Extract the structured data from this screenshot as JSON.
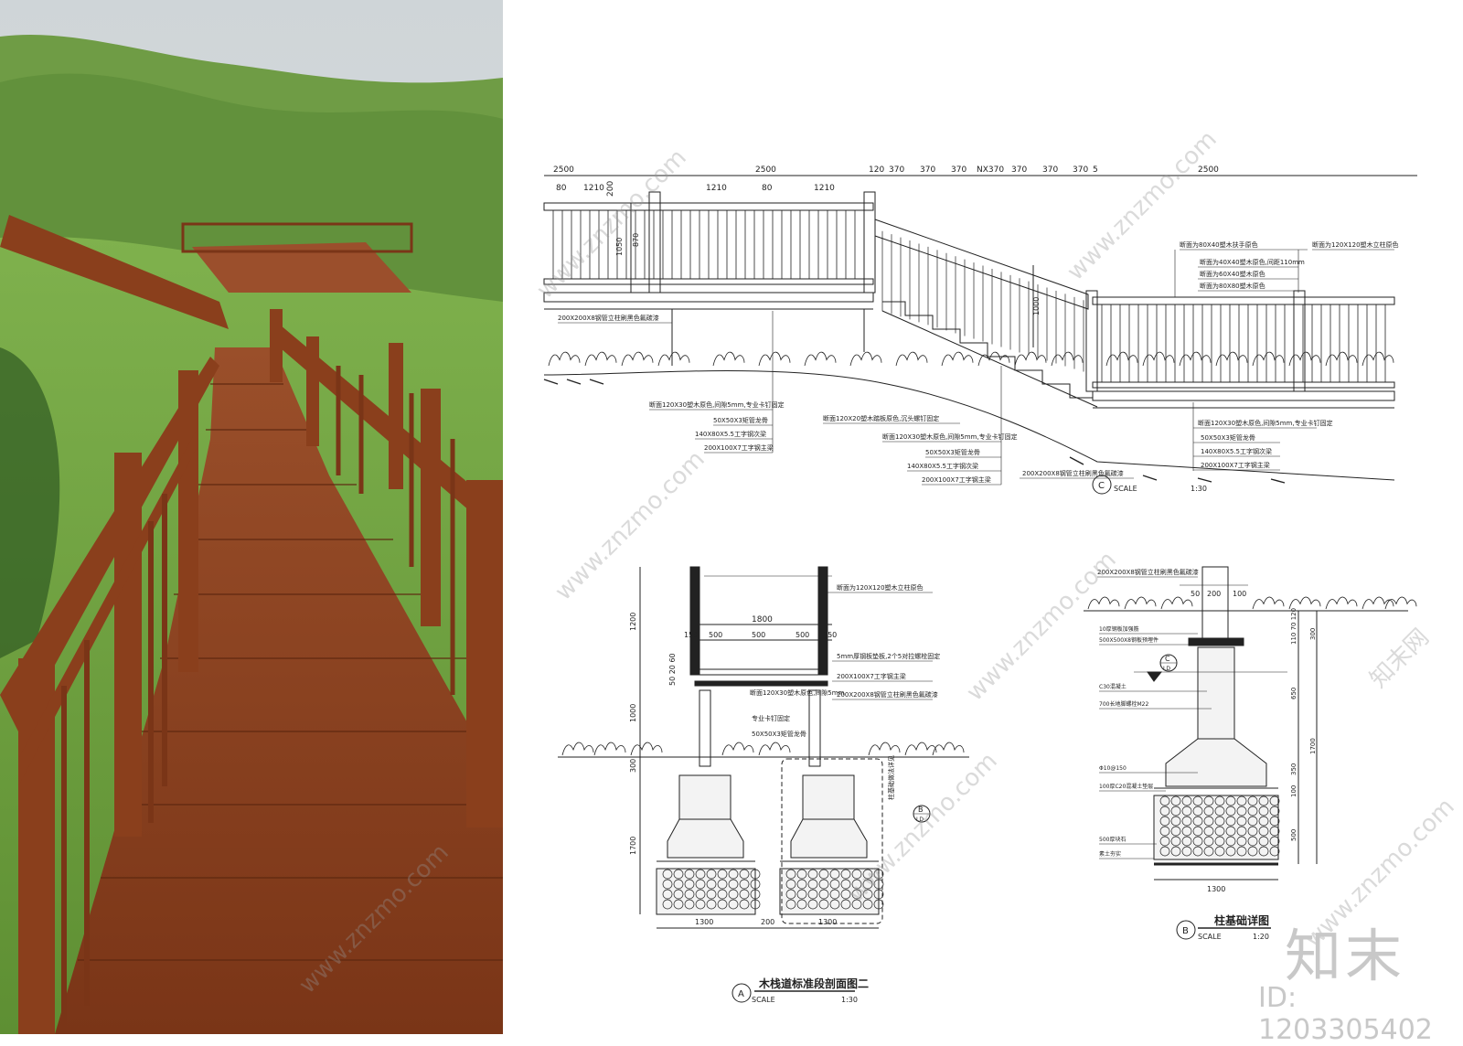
{
  "photo": {
    "caption": ""
  },
  "section_c": {
    "top_dims": [
      "2500",
      "80",
      "1210",
      "200",
      "2500",
      "1210",
      "80",
      "1210",
      "120",
      "370",
      "370",
      "370",
      "NX370",
      "370",
      "370",
      "370",
      "5",
      "2500"
    ],
    "left_vdims": [
      "1050",
      "870",
      "1000"
    ],
    "right_labels": [
      "断面为80X40塑木扶手原色",
      "断面为40X40塑木原色,间距110mm",
      "断面为60X40塑木原色",
      "断面为80X80塑木原色",
      "断面为120X120塑木立柱原色"
    ],
    "left_labels": [
      "200X200X8钢管立柱刷黑色氟碳漆",
      "断面120X30塑木原色,间隙5mm,专业卡钉固定",
      "50X50X3矩管龙骨",
      "140X80X5.5工字钢次梁",
      "200X100X7工字钢主梁"
    ],
    "mid_labels": [
      "断面120X20塑木踏板原色,沉头螺钉固定",
      "断面120X30塑木原色,间隙5mm,专业卡钉固定",
      "50X50X3矩管龙骨",
      "140X80X5.5工字钢次梁",
      "200X100X7工字钢主梁"
    ],
    "right_lower_labels": [
      "断面120X30塑木原色,间隙5mm,专业卡钉固定",
      "50X50X3矩管龙骨",
      "140X80X5.5工字钢次梁",
      "200X100X7工字钢主梁"
    ],
    "bottom_label": "200X200X8钢管立柱刷黑色氟碳漆",
    "marker": "C",
    "scale_word": "SCALE",
    "scale": "1:30"
  },
  "section_a": {
    "post_label": "断面为120X120塑木立柱原色",
    "width_dim": "1800",
    "sub_dims": [
      "150",
      "500",
      "500",
      "500",
      "150"
    ],
    "vdims_left": [
      "1200",
      "1000",
      "300",
      "1700"
    ],
    "small_dims": "50 20 60",
    "labels": [
      "5mm厚钢板垫板,2个5对拉螺栓固定",
      "200X100X7工字钢主梁",
      "断面120X30塑木原色,间隙5mm",
      "专业卡钉固定",
      "50X50X3矩管龙骨",
      "200X200X8钢管立柱刷黑色氟碳漆"
    ],
    "footing_note": "柱基础做法详见",
    "ref_letter": "B",
    "ref_code": "LD",
    "bottom_dims": [
      "1300",
      "200",
      "1300"
    ],
    "marker": "A",
    "title": "木栈道标准段剖面图二",
    "scale_word": "SCALE",
    "scale": "1:30"
  },
  "section_b": {
    "top_label": "200X200X8钢管立柱刷黑色氟碳漆",
    "dims_top": [
      "50",
      "200",
      "100"
    ],
    "labels": [
      "10厚钢板加强筋",
      "500X500X8钢板预埋件",
      "C30混凝土",
      "700长地脚螺栓M22",
      "Φ10@150",
      "100厚C20混凝土垫层",
      "500厚块石",
      "素土夯实"
    ],
    "vdims": [
      "110 70 120",
      "300",
      "650",
      "350",
      "100",
      "1700",
      "500"
    ],
    "bottom_dim": "1300",
    "ref_letter": "C",
    "ref_code": "LD",
    "marker": "B",
    "title": "柱基础详图",
    "scale_word": "SCALE",
    "scale": "1:20"
  },
  "watermark": {
    "text": "www.znzmo.com",
    "cn": "知末网",
    "logo": "知末",
    "id": "ID: 1203305402"
  },
  "colors": {
    "wood": "#8a3f1c",
    "wood_light": "#a9532a",
    "hill": "#6d9a45",
    "sky": "#d9dde0"
  }
}
